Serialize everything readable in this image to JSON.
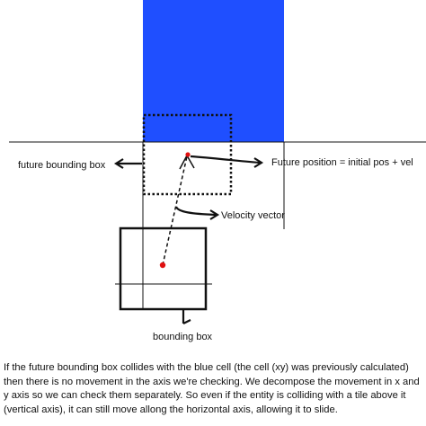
{
  "labels": {
    "future_bounding_box": "future bounding box",
    "future_position": "Future position = initial pos + vel",
    "velocity_vector": "Velocity vector",
    "bounding_box": "bounding box"
  },
  "caption": "If the future bounding box collides with the blue cell (the cell (xy) was previously calculated) then there is no movement in the axis we're checking. We decompose the movement in x and y axis so we can check them separately. So even if the entity is colliding with a tile above it (vertical axis), it can still move allong the horizontal axis, allowing it to slide.",
  "colors": {
    "blue_cell": "#1f4fff",
    "point": "#e01010",
    "line": "#111111"
  }
}
